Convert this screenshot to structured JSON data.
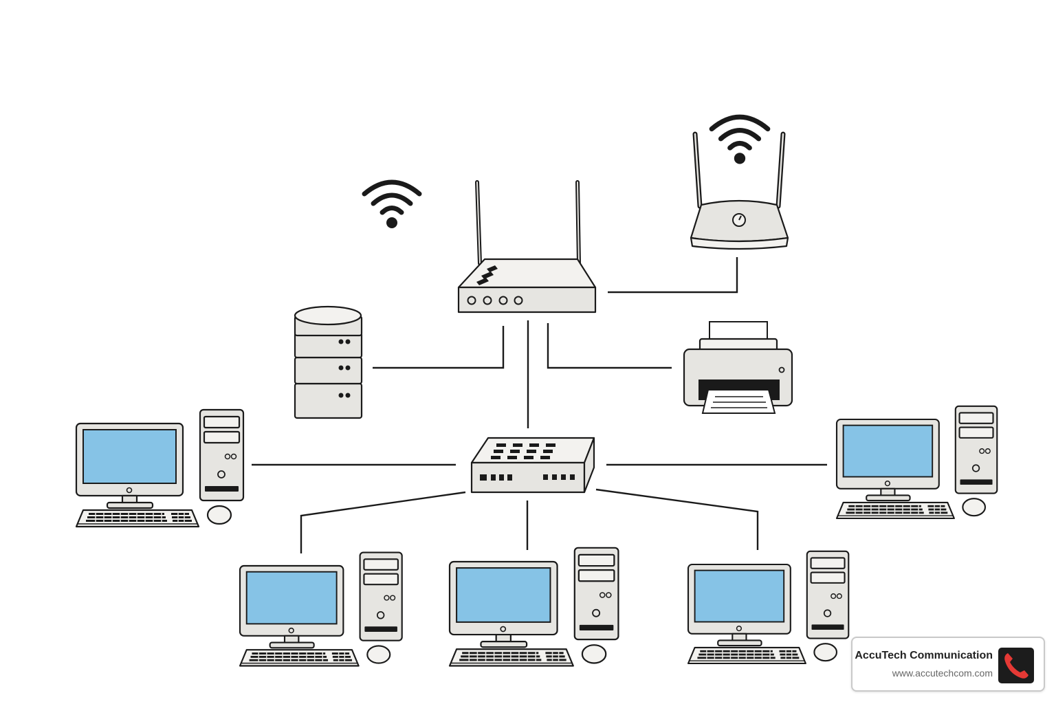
{
  "brand": {
    "name": "AccuTech Communication",
    "url": "www.accutechcom.com",
    "logo_icon": "phone-icon",
    "logo_color": "#e53935"
  },
  "diagram": {
    "nodes": [
      {
        "id": "router",
        "icon": "router-icon"
      },
      {
        "id": "wireless-access-point",
        "icon": "wifi-router-icon"
      },
      {
        "id": "server",
        "icon": "server-icon"
      },
      {
        "id": "printer",
        "icon": "printer-icon"
      },
      {
        "id": "switch",
        "icon": "network-switch-icon"
      },
      {
        "id": "workstation-left",
        "icon": "desktop-computer-icon"
      },
      {
        "id": "workstation-right",
        "icon": "desktop-computer-icon"
      },
      {
        "id": "workstation-bottom-left",
        "icon": "desktop-computer-icon"
      },
      {
        "id": "workstation-bottom-center",
        "icon": "desktop-computer-icon"
      },
      {
        "id": "workstation-bottom-right",
        "icon": "desktop-computer-icon"
      }
    ],
    "edges": [
      [
        "router",
        "wireless-access-point"
      ],
      [
        "router",
        "server"
      ],
      [
        "router",
        "printer"
      ],
      [
        "router",
        "switch"
      ],
      [
        "switch",
        "workstation-left"
      ],
      [
        "switch",
        "workstation-right"
      ],
      [
        "switch",
        "workstation-bottom-left"
      ],
      [
        "switch",
        "workstation-bottom-center"
      ],
      [
        "switch",
        "workstation-bottom-right"
      ]
    ],
    "colors": {
      "screen": "#86c3e6",
      "device": "#e6e5e1",
      "line": "#1a1a1a"
    }
  }
}
